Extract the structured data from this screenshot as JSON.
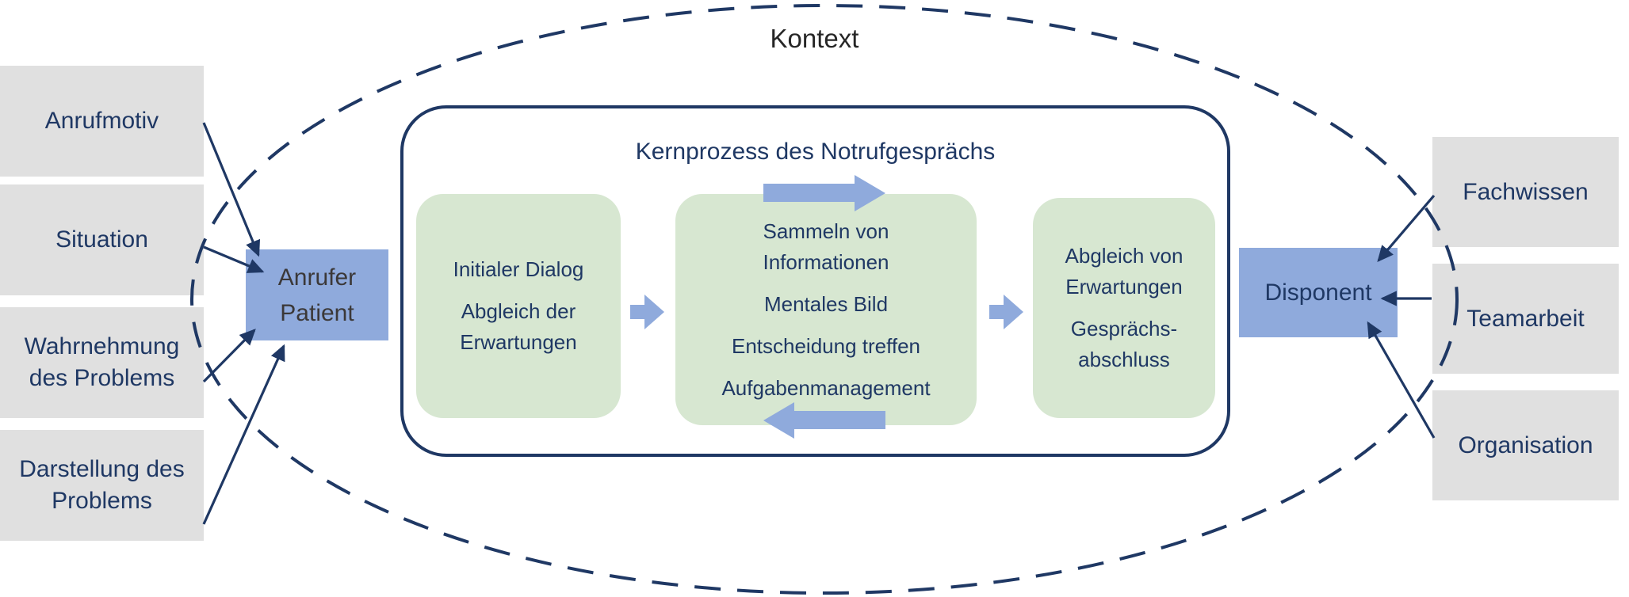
{
  "context_label": "Kontext",
  "process": {
    "title": "Kernprozess des Notrufgesprächs",
    "steps": [
      {
        "paragraphs": [
          [
            "Initialer Dialog"
          ],
          [
            "Abgleich der",
            "Erwartungen"
          ]
        ]
      },
      {
        "paragraphs": [
          [
            "Sammeln von",
            "Informationen"
          ],
          [
            "Mentales Bild"
          ],
          [
            "Entscheidung treffen"
          ],
          [
            "Aufgabenmanagement"
          ]
        ]
      },
      {
        "paragraphs": [
          [
            "Abgleich von",
            "Erwartungen"
          ],
          [
            "Gesprächs-",
            "abschluss"
          ]
        ]
      }
    ]
  },
  "caller": {
    "line1": "Anrufer",
    "line2": "Patient"
  },
  "dispatcher": {
    "label": "Disponent"
  },
  "caller_factors": [
    {
      "label": "Anrufmotiv"
    },
    {
      "label": "Situation"
    },
    {
      "label": "Wahrnehmung des Problems"
    },
    {
      "label": "Darstellung des Problems"
    }
  ],
  "dispatcher_factors": [
    {
      "label": "Fachwissen"
    },
    {
      "label": "Teamarbeit"
    },
    {
      "label": "Organisation"
    }
  ],
  "colors": {
    "navy": "#1f3864",
    "accent_blue": "#8faadc",
    "light_green": "#d7e7d1",
    "light_gray": "#e0e0e0",
    "caller_text": "#3b3838",
    "context_text": "#262626"
  }
}
